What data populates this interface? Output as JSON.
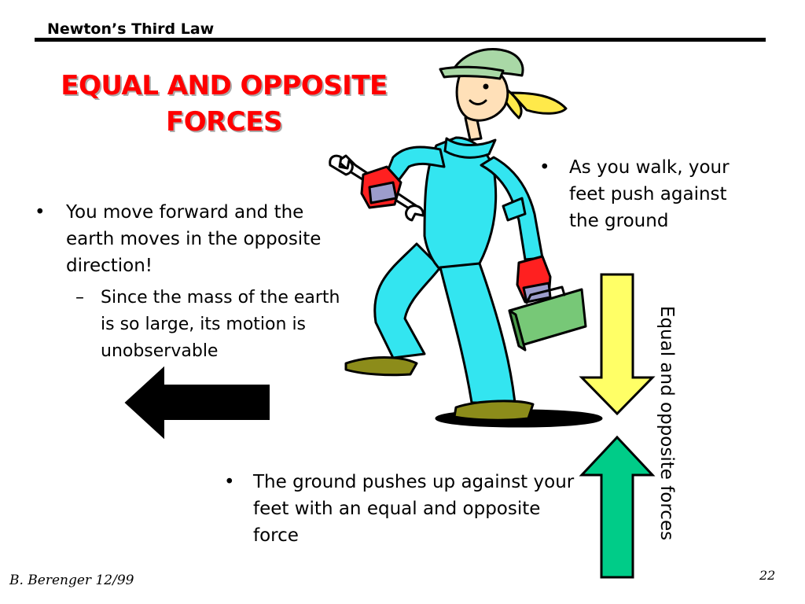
{
  "header": {
    "title": "Newton’s Third Law"
  },
  "slide": {
    "title_line1": "EQUAL AND OPPOSITE",
    "title_line2": "FORCES",
    "bullet_left": "You move forward and the earth moves in the opposite direction!",
    "bullet_left_sub": "Since the mass of the earth is so large, its motion is unobservable",
    "bullet_right": "As you walk, your feet push against the ground",
    "bullet_bottom": "The ground pushes up against your feet with an equal and opposite force",
    "vertical_label": "Equal and opposite forces",
    "bullet_symbol": "•",
    "sub_symbol": "–"
  },
  "footer": {
    "author": "B. Berenger  12/99",
    "page_number": "22"
  },
  "colors": {
    "title": "#ff0000",
    "down_arrow": "#ffff66",
    "up_arrow": "#00cc88",
    "left_arrow": "#000000",
    "suit": "#33e5f0",
    "cap": "#a9d8a6",
    "hair": "#ffe94a",
    "glove": "#ff2020",
    "shoe": "#8c8c1a",
    "toolbox": "#77c877"
  },
  "icons": {
    "left_arrow": "left-arrow-icon",
    "down_arrow": "down-arrow-icon",
    "up_arrow": "up-arrow-icon",
    "character": "walking-mechanic-illustration",
    "wrench": "wrench-icon",
    "toolbox": "toolbox-icon"
  }
}
